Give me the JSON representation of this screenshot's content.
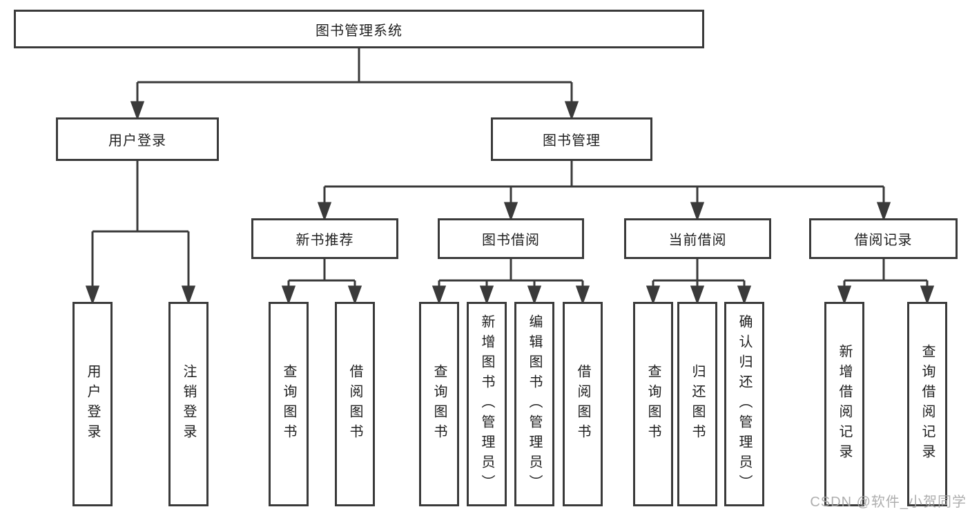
{
  "diagram": {
    "type": "functional-structure-tree",
    "root": {
      "label": "图书管理系统"
    },
    "children": [
      {
        "label": "用户登录",
        "children": [
          {
            "label": "用户登录"
          },
          {
            "label": "注销登录"
          }
        ]
      },
      {
        "label": "图书管理",
        "children": [
          {
            "label": "新书推荐",
            "children": [
              {
                "label": "查询图书"
              },
              {
                "label": "借阅图书"
              }
            ]
          },
          {
            "label": "图书借阅",
            "children": [
              {
                "label": "查询图书"
              },
              {
                "label": "新增图书（管理员）"
              },
              {
                "label": "编辑图书（管理员）"
              },
              {
                "label": "借阅图书"
              }
            ]
          },
          {
            "label": "当前借阅",
            "children": [
              {
                "label": "查询图书"
              },
              {
                "label": "归还图书"
              },
              {
                "label": "确认归还（管理员）"
              }
            ]
          },
          {
            "label": "借阅记录",
            "children": [
              {
                "label": "新增借阅记录"
              },
              {
                "label": "查询借阅记录"
              }
            ]
          }
        ]
      }
    ]
  },
  "colors": {
    "line": "#3a3a3a",
    "box_border": "#3a3a3a",
    "text": "#1f1f1f",
    "watermark": "#a6a6a6",
    "background": "#ffffff"
  },
  "watermark": {
    "text": "CSDN @软件_小贺同学"
  }
}
